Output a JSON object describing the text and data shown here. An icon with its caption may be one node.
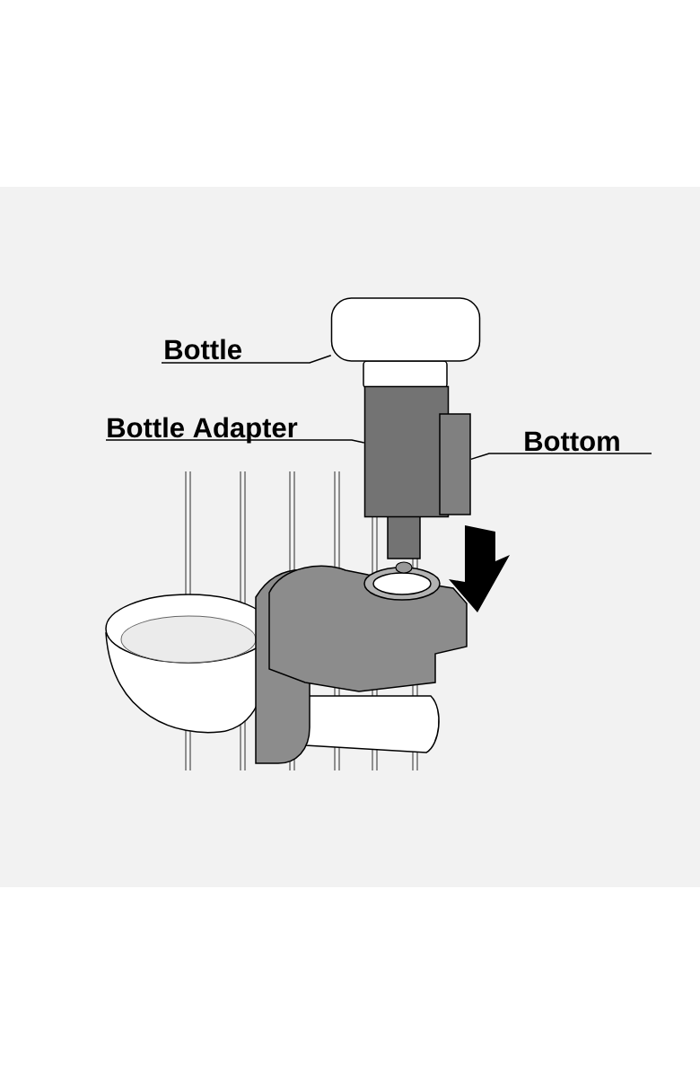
{
  "diagram": {
    "nodes": [
      {
        "text": [
          "Bottle"
        ]
      },
      {
        "text": [
          "Bottle Adapter"
        ]
      },
      {
        "text": [
          "Bottom"
        ]
      },
      {
        "text": [],
        "shape": "box"
      },
      {
        "text": [],
        "shape": "box"
      },
      {
        "text": [],
        "shape": "box"
      }
    ],
    "edges": [
      {
        "from": 0,
        "to": 3,
        "arrow": "none"
      },
      {
        "from": 1,
        "to": 4,
        "arrow": "none"
      },
      {
        "from": 2,
        "to": 5,
        "arrow": "none"
      }
    ]
  }
}
